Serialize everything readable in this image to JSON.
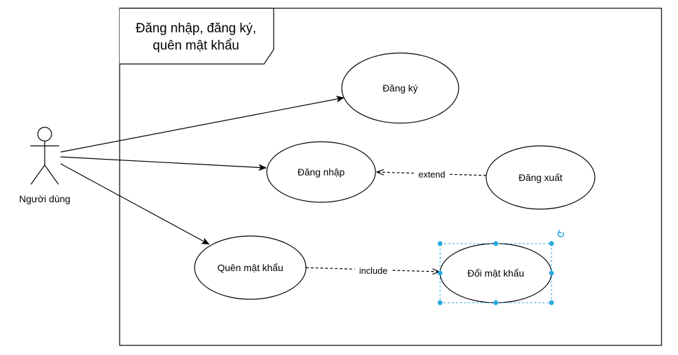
{
  "system": {
    "title_line1": "Đăng nhập, đăng ký,",
    "title_line2": "quên mật khẩu"
  },
  "actor": {
    "label": "Người dùng",
    "icon": "stick-figure-icon"
  },
  "use_cases": {
    "register": "Đăng ký",
    "login": "Đăng nhập",
    "logout": "Đăng xuất",
    "forgot_password": "Quên mật khẩu",
    "change_password": "Đổi mật khẩu"
  },
  "relations": {
    "extend": "extend",
    "include": "include"
  },
  "selection": {
    "selected": "change_password",
    "handle_color": "#29a8e0",
    "rotate_icon": "rotate-icon"
  }
}
